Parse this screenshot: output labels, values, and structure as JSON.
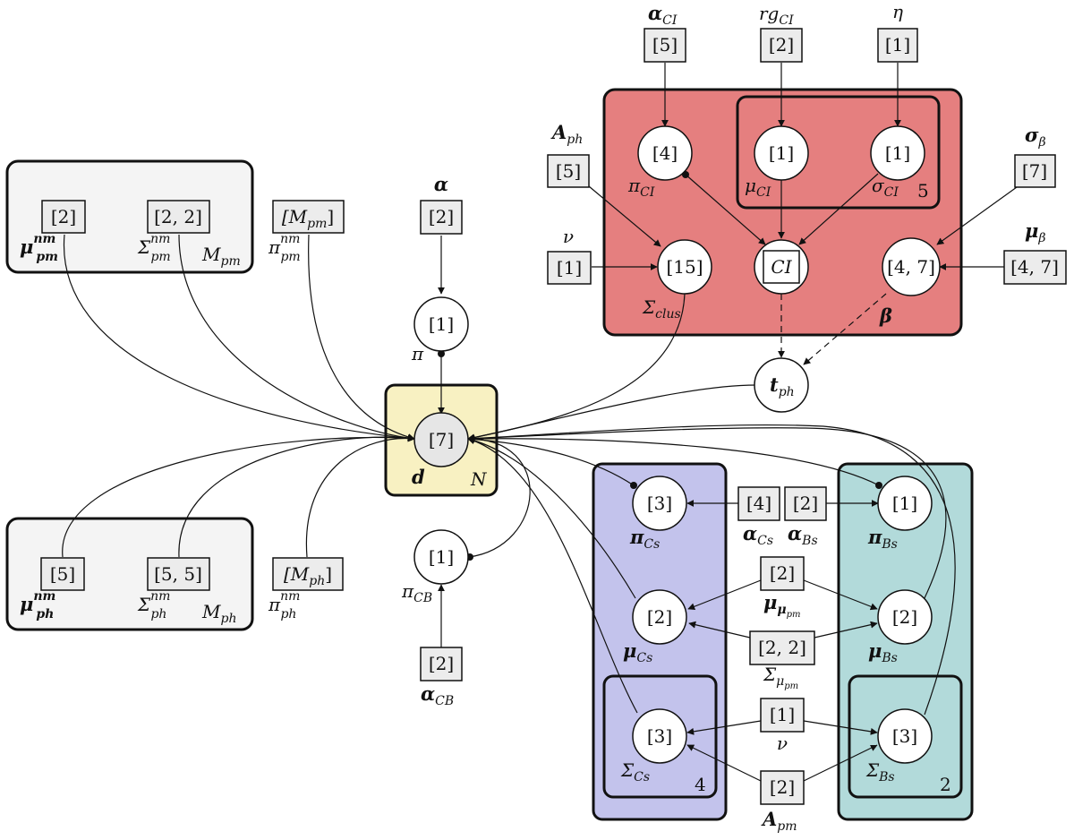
{
  "nodes": {
    "d": {
      "value": "[7]",
      "label": "d",
      "plate": "N"
    },
    "pi": {
      "value": "[1]",
      "label": "π"
    },
    "alpha": {
      "value": "[2]",
      "label": "α"
    },
    "pi_CB": {
      "value": "[1]",
      "label": "π",
      "sub": "CB"
    },
    "alpha_CB": {
      "value": "[2]",
      "label": "α",
      "sub": "CB"
    },
    "t_ph": {
      "label": "t",
      "sub": "ph"
    },
    "mu_pm_nm": {
      "value": "[2]",
      "label": "μ",
      "sup": "nm",
      "sub": "pm"
    },
    "Sigma_pm_nm": {
      "value": "[2, 2]",
      "label": "Σ",
      "sup": "nm",
      "sub": "pm"
    },
    "M_pm_plate": {
      "label": "M",
      "sub": "pm"
    },
    "pi_pm_nm": {
      "value_main": "[M",
      "value_sub": "pm",
      "value_end": "]",
      "label": "π",
      "sup": "nm",
      "sub": "pm"
    },
    "mu_ph_nm": {
      "value": "[5]",
      "label": "μ",
      "sup": "nm",
      "sub": "ph"
    },
    "Sigma_ph_nm": {
      "value": "[5, 5]",
      "label": "Σ",
      "sup": "nm",
      "sub": "ph"
    },
    "M_ph_plate": {
      "label": "M",
      "sub": "ph"
    },
    "pi_ph_nm": {
      "value_main": "[M",
      "value_sub": "ph",
      "value_end": "]",
      "label": "π",
      "sup": "nm",
      "sub": "ph"
    },
    "alpha_CI": {
      "value": "[5]",
      "label": "α",
      "sub": "CI"
    },
    "rg_CI": {
      "value": "[2]",
      "label": "rg",
      "sub": "CI"
    },
    "eta": {
      "value": "[1]",
      "label": "η"
    },
    "pi_CI": {
      "value": "[4]",
      "label": "π",
      "sub": "CI"
    },
    "mu_CI": {
      "value": "[1]",
      "label": "μ",
      "sub": "CI"
    },
    "sigma_CI": {
      "value": "[1]",
      "label": "σ",
      "sub": "CI"
    },
    "CI_plate": {
      "label": "5"
    },
    "A_ph": {
      "value": "[5]",
      "label": "A",
      "sub": "ph"
    },
    "nu_top": {
      "value": "[1]",
      "label": "ν"
    },
    "Sigma_clus": {
      "value": "[15]",
      "label": "Σ",
      "sub": "clus"
    },
    "CI": {
      "value": "CI"
    },
    "beta": {
      "value": "[4, 7]",
      "label": "β"
    },
    "sigma_beta": {
      "value": "[7]",
      "label": "σ",
      "sub": "β"
    },
    "mu_beta": {
      "value": "[4, 7]",
      "label": "μ",
      "sub": "β"
    },
    "pi_Cs": {
      "value": "[3]",
      "label": "π",
      "sub": "Cs"
    },
    "mu_Cs": {
      "value": "[2]",
      "label": "μ",
      "sub": "Cs"
    },
    "Sigma_Cs": {
      "value": "[3]",
      "label": "Σ",
      "sub": "Cs"
    },
    "Cs_plate": {
      "label": "4"
    },
    "alpha_Cs": {
      "value": "[4]",
      "label": "α",
      "sub": "Cs"
    },
    "alpha_Bs": {
      "value": "[2]",
      "label": "α",
      "sub": "Bs"
    },
    "pi_Bs": {
      "value": "[1]",
      "label": "π",
      "sub": "Bs"
    },
    "mu_Bs": {
      "value": "[2]",
      "label": "μ",
      "sub": "Bs"
    },
    "Sigma_Bs": {
      "value": "[3]",
      "label": "Σ",
      "sub": "Bs"
    },
    "Bs_plate": {
      "label": "2"
    },
    "mu_mu_pm": {
      "value": "[2]",
      "label": "μ",
      "sub": "μ",
      "subsub": "pm"
    },
    "Sigma_mu_pm": {
      "value": "[2, 2]",
      "label": "Σ",
      "sub": "μ",
      "subsub": "pm"
    },
    "nu_bottom": {
      "value": "[1]",
      "label": "ν"
    },
    "A_pm": {
      "value": "[2]",
      "label": "A",
      "sub": "pm"
    }
  },
  "colors": {
    "gray_plate": "#f4f4f4",
    "yellow_plate": "#f8f1c2",
    "red_plate": "#e57f7f",
    "blue_plate": "#c3c3ec",
    "teal_plate": "#b2dada",
    "observed_node": "#e6e6e6",
    "hyper_box": "#ececec"
  }
}
